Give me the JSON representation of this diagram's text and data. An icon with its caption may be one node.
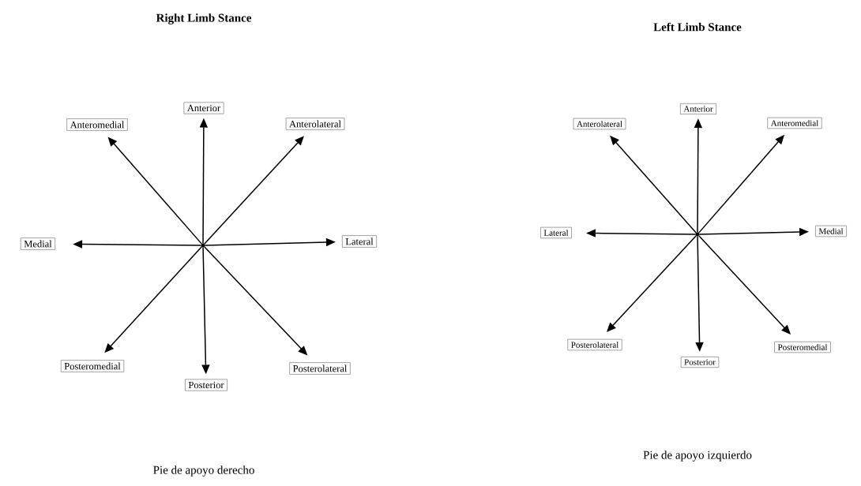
{
  "diagram": {
    "nodes": [
      {
        "text": [],
        "shape": "circle"
      },
      {
        "text": [
          "Anterior"
        ]
      },
      {
        "text": [
          "Anteromedial"
        ]
      },
      {
        "text": [
          "Anterolateral"
        ]
      },
      {
        "text": [
          "Medial"
        ]
      },
      {
        "text": [
          "Lateral"
        ]
      },
      {
        "text": [
          "Posteromedial"
        ]
      },
      {
        "text": [
          "Posterior"
        ]
      },
      {
        "text": [
          "Posterolateral"
        ]
      },
      {
        "text": [],
        "shape": "circle"
      },
      {
        "text": [
          "Anterior"
        ]
      },
      {
        "text": [
          "Anterolateral"
        ]
      },
      {
        "text": [
          "Anteromedial"
        ]
      },
      {
        "text": [
          "Lateral"
        ]
      },
      {
        "text": [
          "Medial"
        ]
      },
      {
        "text": [
          "Posterolateral"
        ]
      },
      {
        "text": [
          "Posterior"
        ]
      },
      {
        "text": [
          "Posteromedial"
        ]
      }
    ],
    "edges": [
      {
        "from": 0,
        "to": 1,
        "arrow": "to"
      },
      {
        "from": 0,
        "to": 2,
        "arrow": "to"
      },
      {
        "from": 0,
        "to": 3,
        "arrow": "to"
      },
      {
        "from": 0,
        "to": 4,
        "arrow": "to"
      },
      {
        "from": 0,
        "to": 5,
        "arrow": "to"
      },
      {
        "from": 0,
        "to": 6,
        "arrow": "to"
      },
      {
        "from": 0,
        "to": 7,
        "arrow": "to"
      },
      {
        "from": 0,
        "to": 8,
        "arrow": "to"
      },
      {
        "from": 9,
        "to": 10,
        "arrow": "to"
      },
      {
        "from": 9,
        "to": 11,
        "arrow": "to"
      },
      {
        "from": 9,
        "to": 12,
        "arrow": "to"
      },
      {
        "from": 9,
        "to": 13,
        "arrow": "to"
      },
      {
        "from": 9,
        "to": 14,
        "arrow": "to"
      },
      {
        "from": 9,
        "to": 15,
        "arrow": "to"
      },
      {
        "from": 9,
        "to": 16,
        "arrow": "to"
      },
      {
        "from": 9,
        "to": 17,
        "arrow": "to"
      }
    ],
    "labels": [
      "Right Limb Stance",
      "Left Limb Stance",
      "Pie de apoyo derecho",
      "Pie de apoyo izquierdo"
    ]
  }
}
